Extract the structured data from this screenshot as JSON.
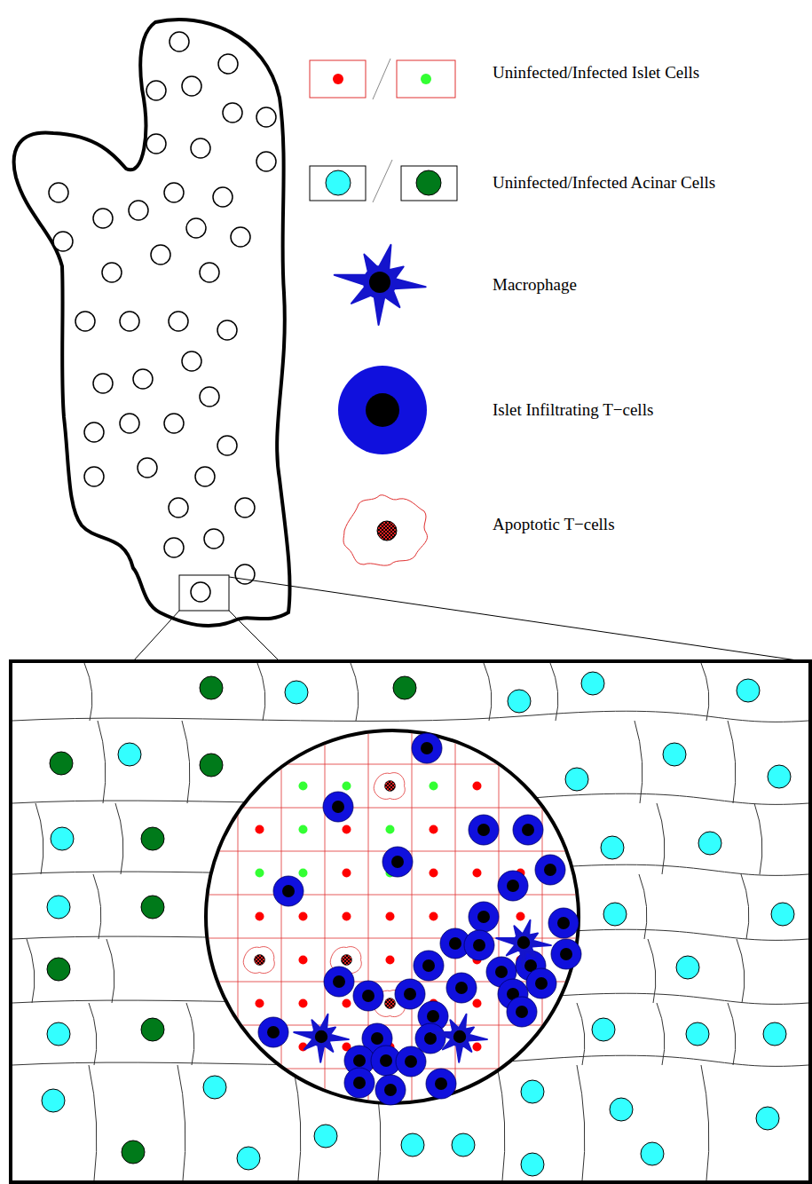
{
  "diagram": {
    "legend": [
      {
        "text": "Uninfected/Infected Islet Cells"
      },
      {
        "text": "Uninfected/Infected Acinar Cells"
      },
      {
        "text": "Macrophage"
      },
      {
        "text": "Islet Infiltrating T−cells"
      },
      {
        "text": "Apoptotic T−cells"
      }
    ]
  }
}
